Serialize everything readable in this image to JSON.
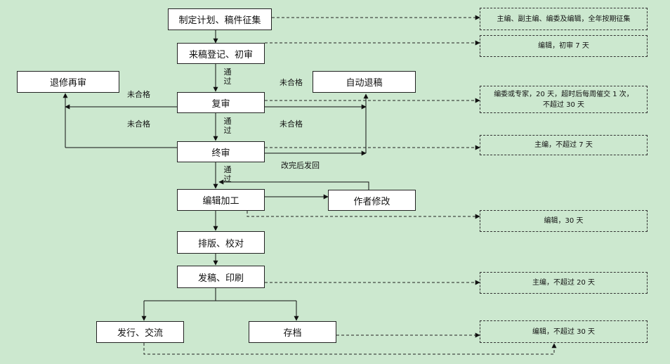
{
  "nodes": {
    "plan": "制定计划、稿件征集",
    "register": "来稿登记、初审",
    "revise_again": "退修再审",
    "auto_reject": "自动退稿",
    "second_review": "复审",
    "final_review": "终审",
    "editing": "编辑加工",
    "author_revise": "作者修改",
    "typeset": "排版、校对",
    "issue_print": "发稿、印刷",
    "distribute": "发行、交流",
    "archive": "存档"
  },
  "notes": {
    "plan": "主编、副主编、编委及编辑，全年按期征集",
    "register": "编辑，初审 7 天",
    "second_review_line1": "编委或专家，20 天，超时后每周催交 1 次，",
    "second_review_line2": "不超过 30 天",
    "final_review": "主编，不超过 7 天",
    "editing": "编辑，30 天",
    "issue_print": "主编，不超过 20 天",
    "archive": "编辑，不超过 30 天"
  },
  "labels": {
    "fail": "未合格",
    "pass": "通过",
    "return_after_revision": "改完后发回"
  }
}
